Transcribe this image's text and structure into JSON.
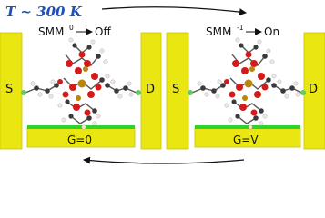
{
  "temperature": "T ~ 300 K",
  "colors": {
    "electrode": "#e9e612",
    "electrode_edge": "#c9c400",
    "gate": "#2fd12f",
    "temperature_text": "#1f4fbf",
    "arrow": "#111111",
    "atom_red": "#d41a1a",
    "atom_gray": "#8a8a8a",
    "atom_dark": "#3a3a3a",
    "atom_gold": "#b8860b",
    "atom_h": "#f0e6e6",
    "atom_green": "#64c864"
  },
  "left_panel": {
    "state_prefix": "SMM",
    "state_charge": "0",
    "state_result": "Off",
    "source_label": "S",
    "drain_label": "D",
    "gate_label": "G=0"
  },
  "right_panel": {
    "state_prefix": "SMM",
    "state_charge": "-1",
    "state_result": "On",
    "source_label": "S",
    "drain_label": "D",
    "gate_label": "G=V"
  },
  "icons": {
    "top_arrow": "curved-arrow-right",
    "bottom_arrow": "curved-arrow-left",
    "state_arrow": "arrow-right"
  }
}
